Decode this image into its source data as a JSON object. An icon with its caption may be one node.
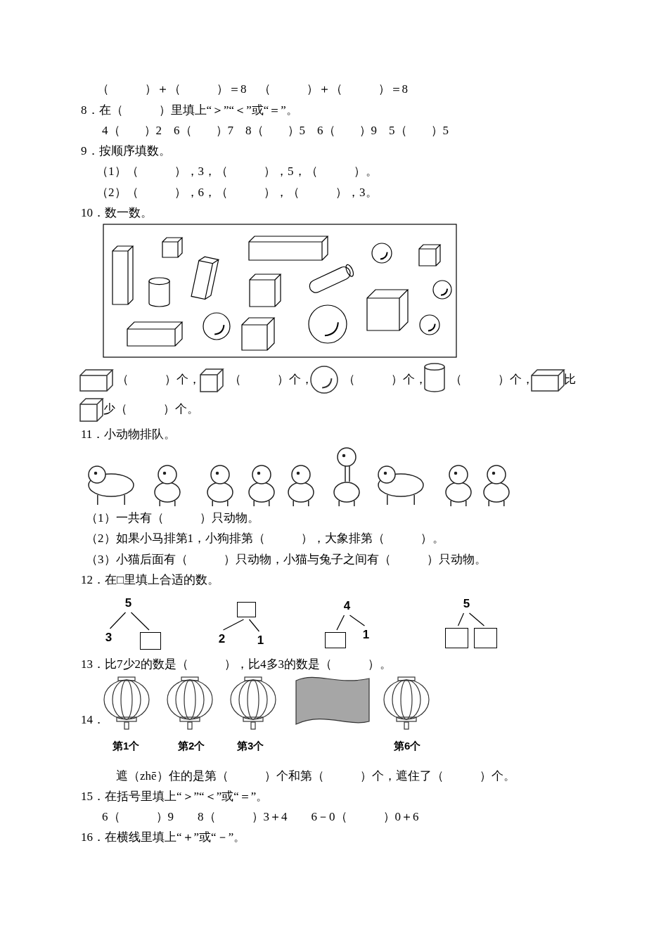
{
  "diagram": {
    "nodes": [
      {
        "text": [
          "5"
        ]
      },
      {
        "text": [
          "3"
        ]
      },
      {
        "text": [],
        "shape": "box"
      },
      {
        "text": [],
        "shape": "box"
      },
      {
        "text": [
          "2"
        ]
      },
      {
        "text": [
          "1"
        ]
      },
      {
        "text": [
          "4"
        ]
      },
      {
        "text": [],
        "shape": "box"
      },
      {
        "text": [
          "1"
        ]
      },
      {
        "text": [
          "5"
        ]
      },
      {
        "text": [],
        "shape": "box"
      },
      {
        "text": [],
        "shape": "box"
      }
    ],
    "edges": [
      {
        "from": 0,
        "to": 1,
        "arrow": "none"
      },
      {
        "from": 0,
        "to": 2,
        "arrow": "none"
      },
      {
        "from": 3,
        "to": 4,
        "arrow": "none"
      },
      {
        "from": 3,
        "to": 5,
        "arrow": "none"
      },
      {
        "from": 6,
        "to": 7,
        "arrow": "none"
      },
      {
        "from": 6,
        "to": 8,
        "arrow": "none"
      },
      {
        "from": 9,
        "to": 10,
        "arrow": "none"
      },
      {
        "from": 9,
        "to": 11,
        "arrow": "none"
      }
    ],
    "labels": [
      "（　　　）＋（　　　）＝8　（　　　）＋（　　　）＝8",
      "8．在（　　　）里填上“＞”“＜”或“＝”。",
      "4（　　）2　6（　　）7　8（　　）5　6（　　）9　5（　　）5",
      "9．按顺序填数。",
      "（1）（　　　），3，（　　　），5，（　　　）。",
      "（2）（　　　），6，（　　　），（　　　），3。",
      "10．数一数。",
      "（　　　）个，",
      "（　　　）个，",
      "（　　　）个，",
      "（　　　）个，",
      "比",
      "少（　　　）个。",
      "11．小动物排队。",
      "（1）一共有（　　　）只动物。",
      "（2）如果小马排第1，小狗排第（　　　），大象排第（　　　）。",
      "（3）小猫后面有（　　　）只动物，小猫与兔子之间有（　　　）只动物。",
      "12．在□里填上合适的数。",
      "13．比7少2的数是（　　　），比4多3的数是（　　　）。",
      "14．",
      "第1个",
      "第2个",
      "第3个",
      "第6个",
      "遮（zhē）住的是第（　　　）个和第（　　　）个，遮住了（　　　）个。",
      "15．在括号里填上“＞”“＜”或“＝”。",
      "6（　　　）9　　8（　　　）3＋4　　6－0（　　　）0＋6",
      "16．在横线里填上“＋”或“－”。"
    ]
  }
}
